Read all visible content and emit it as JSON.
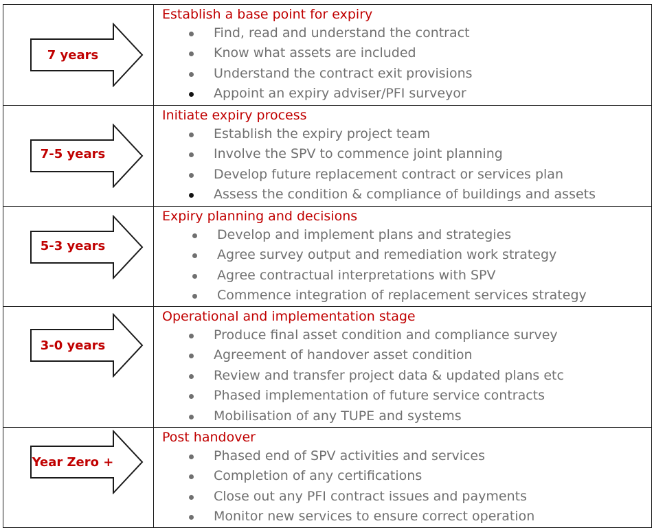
{
  "colors": {
    "stage": "#c00000",
    "bullet_text": "#707070",
    "border": "#1a1a1a"
  },
  "rows": [
    {
      "period": "7 years",
      "stage": "Establish a base point for expiry",
      "items": [
        "Find, read and understand the contract",
        "Know what assets are included",
        "Understand the contract exit provisions",
        "Appoint an expiry adviser/PFI surveyor"
      ]
    },
    {
      "period": "7-5 years",
      "stage": "Initiate expiry process",
      "items": [
        "Establish the expiry project team",
        "Involve the SPV to commence joint planning",
        "Develop future replacement contract or services plan",
        "Assess the condition & compliance of buildings and assets"
      ]
    },
    {
      "period": "5-3 years",
      "stage": "Expiry planning and decisions",
      "items": [
        "Develop and implement plans and strategies",
        "Agree survey output and remediation work strategy",
        "Agree contractual interpretations with SPV",
        "Commence integration of replacement services strategy"
      ]
    },
    {
      "period": "3-0 years",
      "stage": "Operational and implementation stage",
      "items": [
        "Produce final asset condition and compliance survey",
        "Agreement of handover asset condition",
        "Review and transfer project data & updated plans etc",
        "Phased implementation of future service contracts",
        "Mobilisation of any TUPE and systems"
      ]
    },
    {
      "period": "Year Zero +",
      "stage": "Post handover",
      "items": [
        "Phased end of SPV activities and services",
        "Completion of any certifications",
        "Close out any PFI contract issues and payments",
        "Monitor new services to ensure correct operation"
      ]
    }
  ]
}
